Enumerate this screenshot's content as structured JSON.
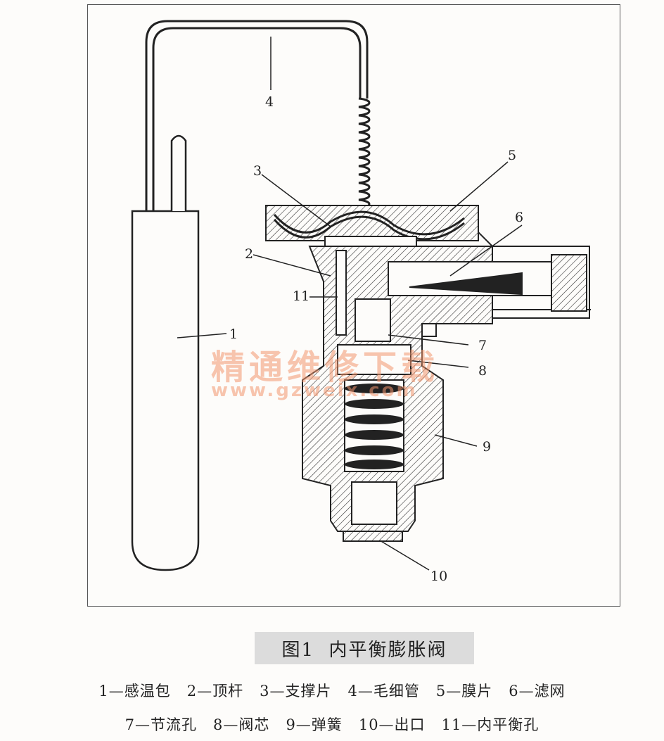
{
  "figure": {
    "callouts": [
      "1",
      "2",
      "3",
      "4",
      "5",
      "6",
      "7",
      "8",
      "9",
      "10",
      "11"
    ],
    "caption": "图1  内平衡膨胀阀",
    "legend": {
      "line1": "1—感温包   2—顶杆   3—支撑片   4—毛细管   5—膜片   6—滤网",
      "line2": "7—节流孔   8—阀芯   9—弹簧   10—出口   11—内平衡孔"
    }
  },
  "watermark": {
    "text": "精通维修下载",
    "url": "www.gzweix.com"
  },
  "colors": {
    "ink": "#222222",
    "watermark": "#f2966e",
    "caption_bg": "#dcdcdc",
    "paper": "#fdfcfa"
  }
}
